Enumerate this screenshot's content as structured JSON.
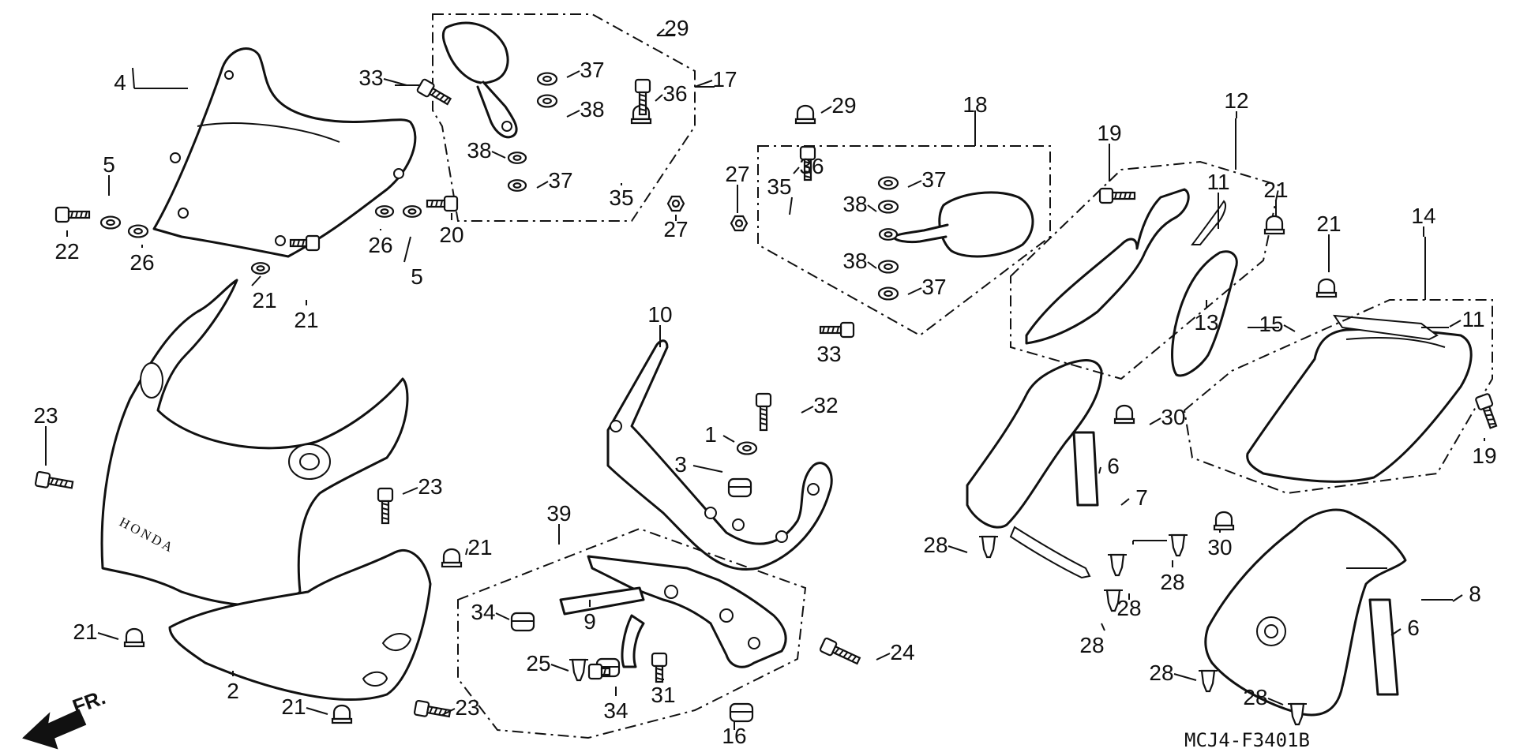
{
  "diagram": {
    "drawing_code": "MCJ4-F3401B",
    "brand_marking": "HONDA",
    "direction_label": "FR.",
    "callouts": [
      "1",
      "2",
      "3",
      "4",
      "5",
      "6",
      "7",
      "8",
      "9",
      "10",
      "11",
      "12",
      "13",
      "14",
      "15",
      "16",
      "17",
      "18",
      "19",
      "20",
      "21",
      "22",
      "23",
      "24",
      "25",
      "26",
      "27",
      "28",
      "29",
      "30",
      "31",
      "32",
      "33",
      "34",
      "35",
      "36",
      "37",
      "38",
      "39"
    ]
  }
}
